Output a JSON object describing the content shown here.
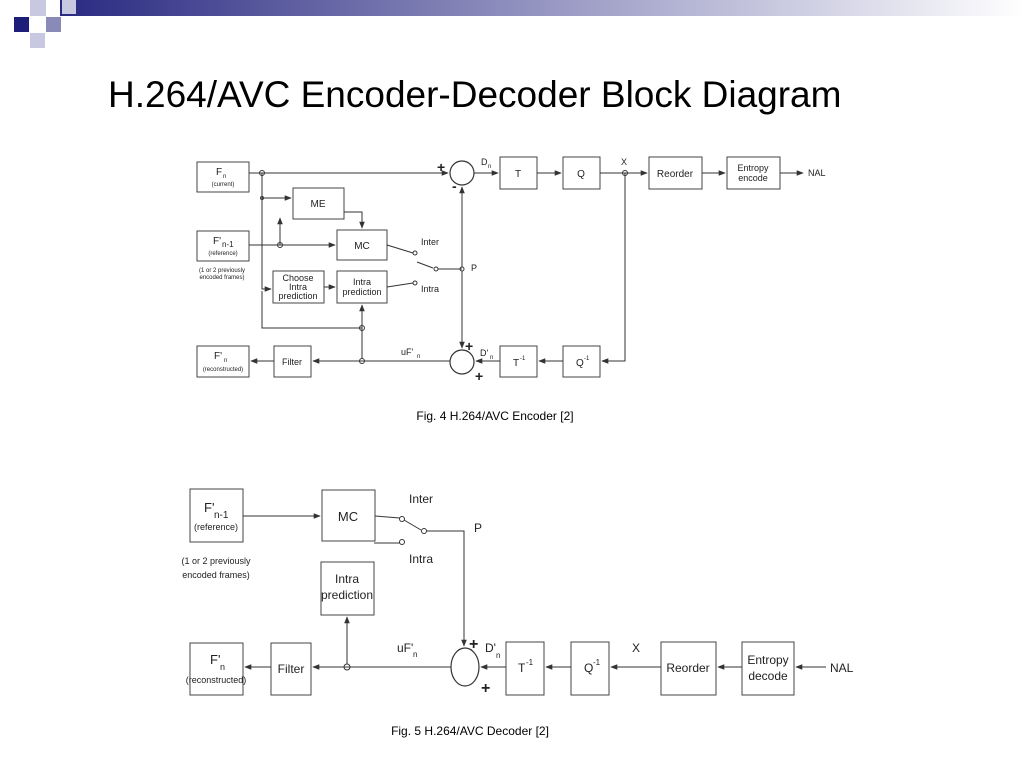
{
  "slide": {
    "title": "H.264/AVC Encoder-Decoder Block Diagram"
  },
  "encoder": {
    "caption": "Fig. 4 H.264/AVC Encoder [2]",
    "fn_current": {
      "main": "F",
      "sub": "n",
      "paren": "(current)"
    },
    "fn1_reference": {
      "main": "F'",
      "sub": "n-1",
      "paren": "(reference)"
    },
    "prev_frames_note": [
      "(1 or 2 previously",
      "encoded frames)"
    ],
    "me": "ME",
    "mc": "MC",
    "choose_intra": [
      "Choose",
      "Intra",
      "prediction"
    ],
    "intra_prediction": [
      "Intra",
      "prediction"
    ],
    "inter": "Inter",
    "intra": "Intra",
    "p": "P",
    "t": "T",
    "q": "Q",
    "x": "X",
    "reorder": "Reorder",
    "entropy_encode": [
      "Entropy",
      "encode"
    ],
    "nal": "NAL",
    "dn": {
      "main": "D",
      "sub": "n"
    },
    "dn_prime": {
      "main": "D'",
      "sub": "n"
    },
    "ufn": {
      "main": "uF'",
      "sub": "n"
    },
    "t_inv": {
      "main": "T",
      "sup": "-1"
    },
    "q_inv": {
      "main": "Q",
      "sup": "-1"
    },
    "filter": "Filter",
    "fn_reconstructed": {
      "main": "F'",
      "sub": "n",
      "paren": "(reconstructed)"
    },
    "plus": "+",
    "minus": "-"
  },
  "decoder": {
    "caption": "Fig. 5 H.264/AVC Decoder [2]",
    "fn1_reference": {
      "main": "F'",
      "sub": "n-1",
      "paren": "(reference)"
    },
    "prev_frames_note": [
      "(1 or 2 previously",
      "encoded frames)"
    ],
    "mc": "MC",
    "inter": "Inter",
    "intra": "Intra",
    "p": "P",
    "intra_prediction": [
      "Intra",
      "prediction"
    ],
    "filter": "Filter",
    "fn_reconstructed": {
      "main": "F'",
      "sub": "n",
      "paren": "(reconstructed)"
    },
    "ufn": {
      "main": "uF'",
      "sub": "n"
    },
    "dn_prime": {
      "main": "D'",
      "sub": "n"
    },
    "t_inv": {
      "main": "T",
      "sup": "-1"
    },
    "q_inv": {
      "main": "Q",
      "sup": "-1"
    },
    "x": "X",
    "reorder": "Reorder",
    "entropy_decode": [
      "Entropy",
      "decode"
    ],
    "nal": "NAL",
    "plus": "+"
  },
  "colors": {
    "banner_navy": "#1d1d7a",
    "banner_mid": "#8a8ab8",
    "banner_light": "#c8c8e0"
  }
}
